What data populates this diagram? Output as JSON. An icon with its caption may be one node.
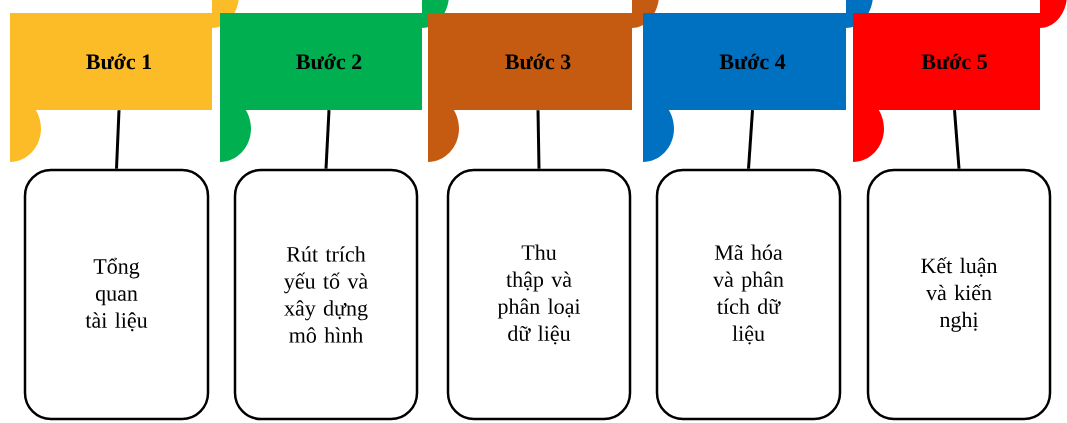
{
  "diagram": {
    "nodes": [
      {
        "text": [
          "Bước 1"
        ]
      },
      {
        "text": [
          "Bước 2"
        ]
      },
      {
        "text": [
          "Bước 3"
        ]
      },
      {
        "text": [
          "Bước 4"
        ]
      },
      {
        "text": [
          "Bước 5"
        ]
      },
      {
        "text": [
          "Tổng quan tài liệu"
        ]
      },
      {
        "text": [
          "Rút trích yếu tố và xây dựng mô hình"
        ]
      },
      {
        "text": [
          "Thu thập và phân loại dữ liệu"
        ]
      },
      {
        "text": [
          "Mã hóa và phân tích dữ liệu"
        ]
      },
      {
        "text": [
          "Kết luận và kiến nghị"
        ]
      }
    ],
    "edges": [
      {
        "from": 0,
        "to": 5,
        "arrow": "none"
      },
      {
        "from": 1,
        "to": 6,
        "arrow": "none"
      },
      {
        "from": 2,
        "to": 7,
        "arrow": "none"
      },
      {
        "from": 3,
        "to": 8,
        "arrow": "none"
      },
      {
        "from": 4,
        "to": 9,
        "arrow": "none"
      }
    ]
  }
}
